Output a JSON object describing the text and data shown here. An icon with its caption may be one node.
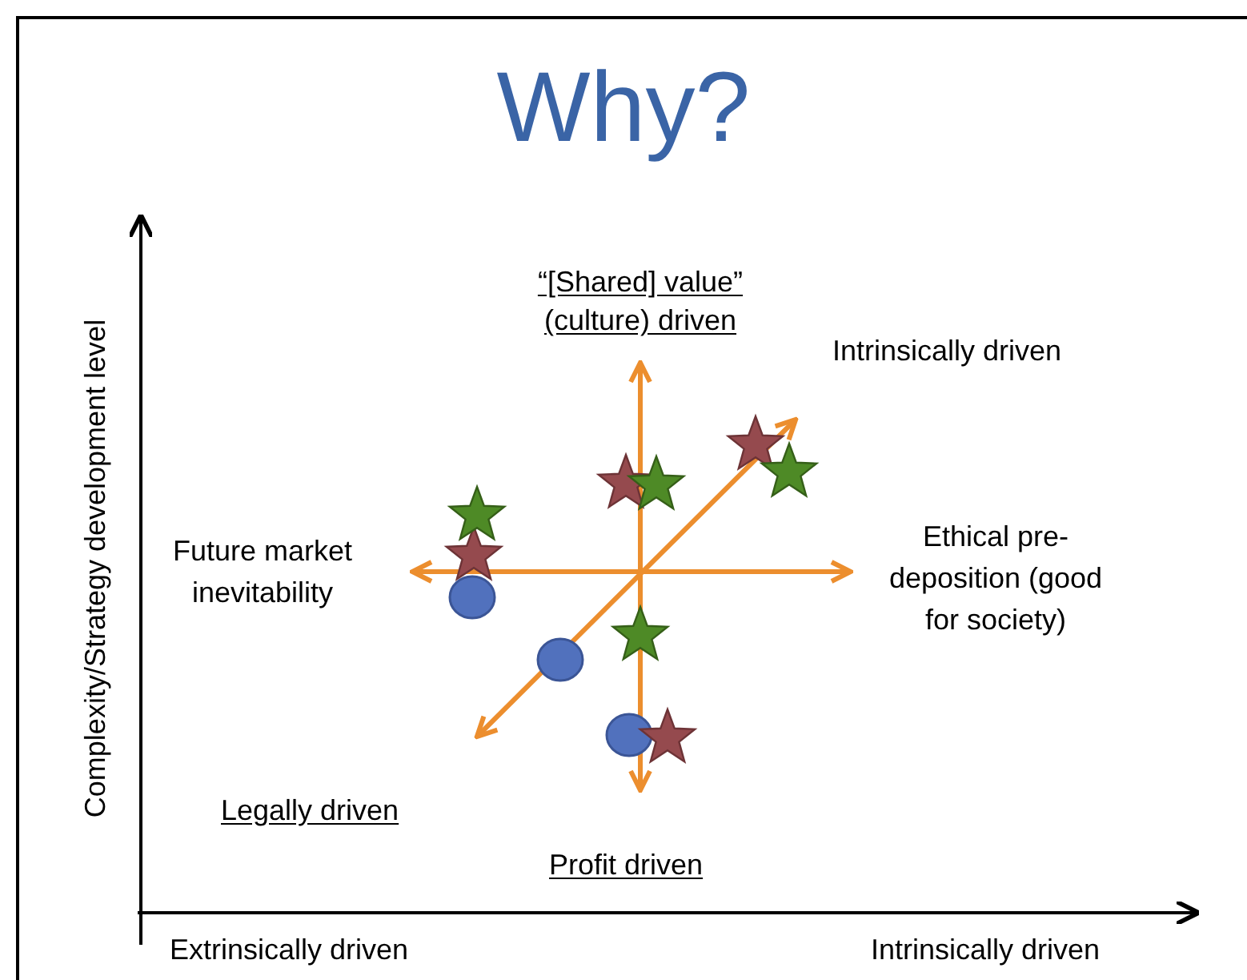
{
  "diagram": {
    "title": "Why?",
    "labels": [
      "Complexity/Strategy development level",
      "“[Shared] value” (culture) driven",
      "Intrinsically driven",
      "Future market inevitability",
      "Ethical pre-deposition (good for society)",
      "Legally driven",
      "Profit driven",
      "Extrinsically driven",
      "Intrinsically driven"
    ]
  }
}
